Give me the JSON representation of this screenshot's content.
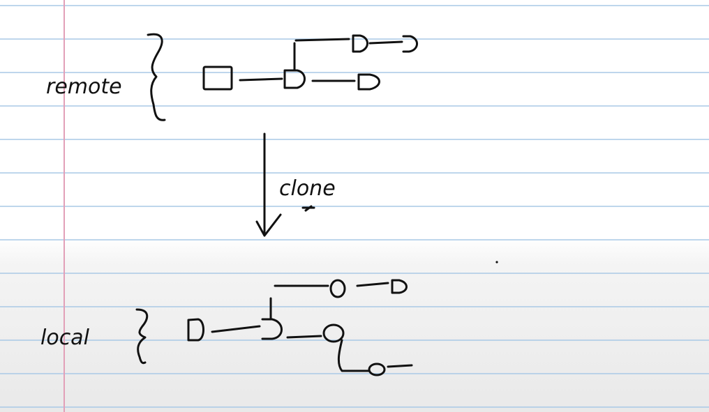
{
  "labels": {
    "remote": "remote",
    "local": "local",
    "arrow": "clone"
  },
  "colors": {
    "paper": "#ffffff",
    "rule_line": "#a9c9e6",
    "margin_line": "#e2a0b8",
    "ink": "#111111"
  }
}
